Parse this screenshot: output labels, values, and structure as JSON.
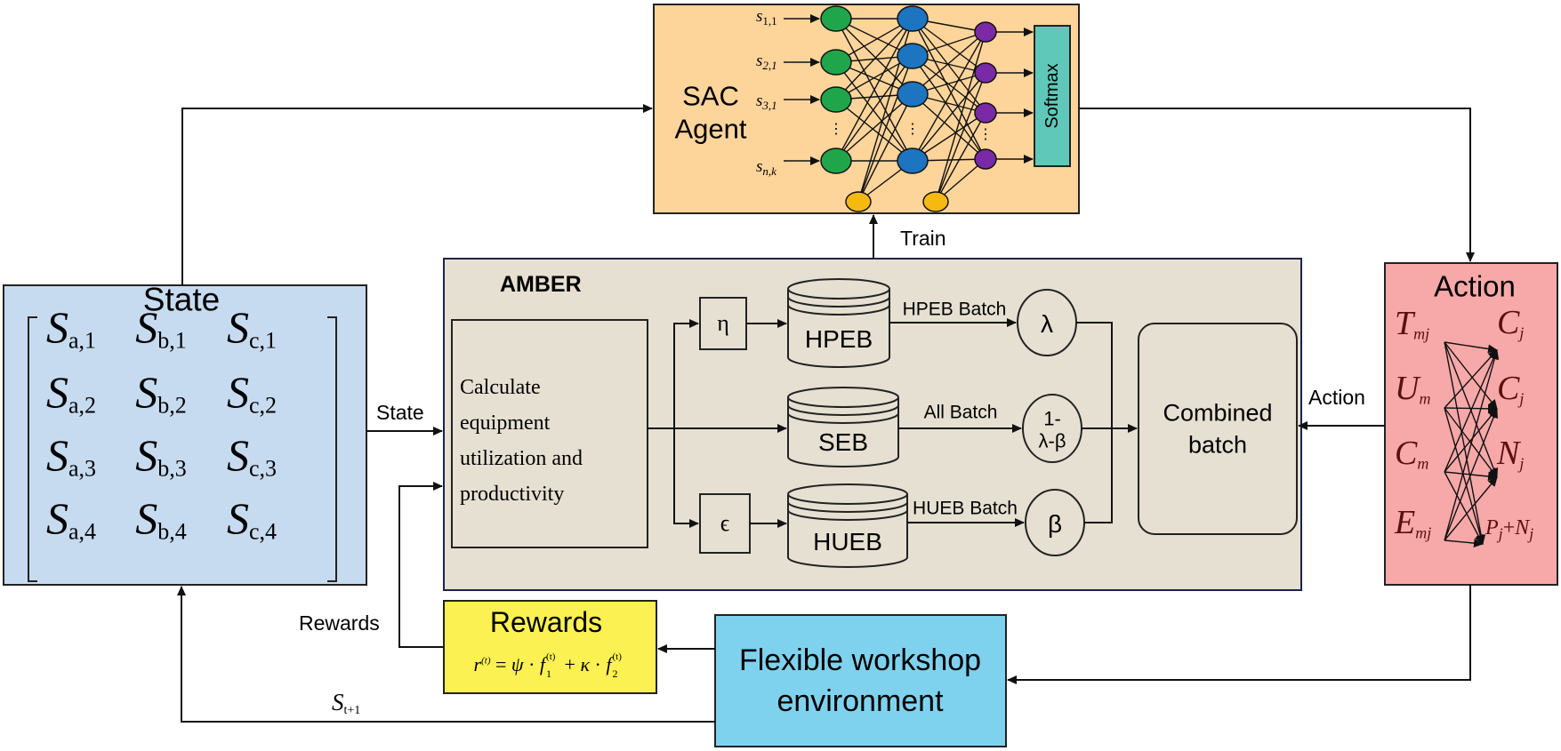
{
  "agent": {
    "title_line1": "SAC",
    "title_line2": "Agent",
    "inputs": [
      {
        "base": "s",
        "sub": "1,1"
      },
      {
        "base": "s",
        "sub": "2,1"
      },
      {
        "base": "s",
        "sub": "3,1"
      },
      {
        "base": "s",
        "sub": "n,k"
      }
    ],
    "ellipsis": "⋮",
    "softmax": "Softmax"
  },
  "state": {
    "title": "State",
    "matrix": [
      [
        {
          "base": "S",
          "sub": "a,1"
        },
        {
          "base": "S",
          "sub": "b,1"
        },
        {
          "base": "S",
          "sub": "c,1"
        }
      ],
      [
        {
          "base": "S",
          "sub": "a,2"
        },
        {
          "base": "S",
          "sub": "b,2"
        },
        {
          "base": "S",
          "sub": "c,2"
        }
      ],
      [
        {
          "base": "S",
          "sub": "a,3"
        },
        {
          "base": "S",
          "sub": "b,3"
        },
        {
          "base": "S",
          "sub": "c,3"
        }
      ],
      [
        {
          "base": "S",
          "sub": "a,4"
        },
        {
          "base": "S",
          "sub": "b,4"
        },
        {
          "base": "S",
          "sub": "c,4"
        }
      ]
    ]
  },
  "amber": {
    "title": "AMBER",
    "calc_lines": [
      "Calculate",
      "equipment",
      "utilization and",
      "productivity"
    ],
    "eta": "η",
    "epsilon": "ϵ",
    "buffers": {
      "hpeb": "HPEB",
      "seb": "SEB",
      "hueb": "HUEB"
    },
    "batch_labels": {
      "hpeb": "HPEB Batch",
      "all": "All Batch",
      "hueb": "HUEB Batch"
    },
    "weights": {
      "lambda": "λ",
      "mid_line1": "1-",
      "mid_line2": "λ-β",
      "beta": "β"
    },
    "combined_line1": "Combined",
    "combined_line2": "batch"
  },
  "action": {
    "title": "Action",
    "left": [
      {
        "base": "T",
        "sub": "mj"
      },
      {
        "base": "U",
        "sub": "m"
      },
      {
        "base": "C",
        "sub": "m"
      },
      {
        "base": "E",
        "sub": "mj"
      }
    ],
    "right": [
      {
        "base": "C",
        "sub": "j"
      },
      {
        "base": "C",
        "sub": "j"
      },
      {
        "base": "N",
        "sub": "j"
      },
      {
        "base": "P",
        "sub": "j",
        "plus": "+",
        "base2": "N",
        "sub2": "j"
      }
    ]
  },
  "rewards": {
    "title": "Rewards",
    "formula": {
      "r": "r",
      "r_sup": "(t)",
      "eq": " = ",
      "psi": "ψ",
      "dot": " · ",
      "f": "f",
      "f1_sub": "1",
      "f1_sup": "(t)",
      "plus": " + ",
      "kappa": "κ",
      "f2_sub": "2",
      "f2_sup": "(t)"
    }
  },
  "environment": {
    "line1": "Flexible workshop",
    "line2": "environment"
  },
  "edges": {
    "train": "Train",
    "state": "State",
    "action": "Action",
    "rewards": "Rewards",
    "next_state": {
      "base": "S",
      "sub": "t+1"
    }
  },
  "colors": {
    "agent_fill": "#fdd59b",
    "state_fill": "#c7dbf0",
    "amber_fill": "#e6e0d2",
    "action_fill": "#f7a8a8",
    "rewards_fill": "#fbf152",
    "env_fill": "#7fd2ee",
    "softmax_fill": "#5fc8b8",
    "node_green": "#1fa64a",
    "node_blue": "#1d74c1",
    "node_purple": "#7a2aa6",
    "node_yellow": "#f5b90f"
  }
}
